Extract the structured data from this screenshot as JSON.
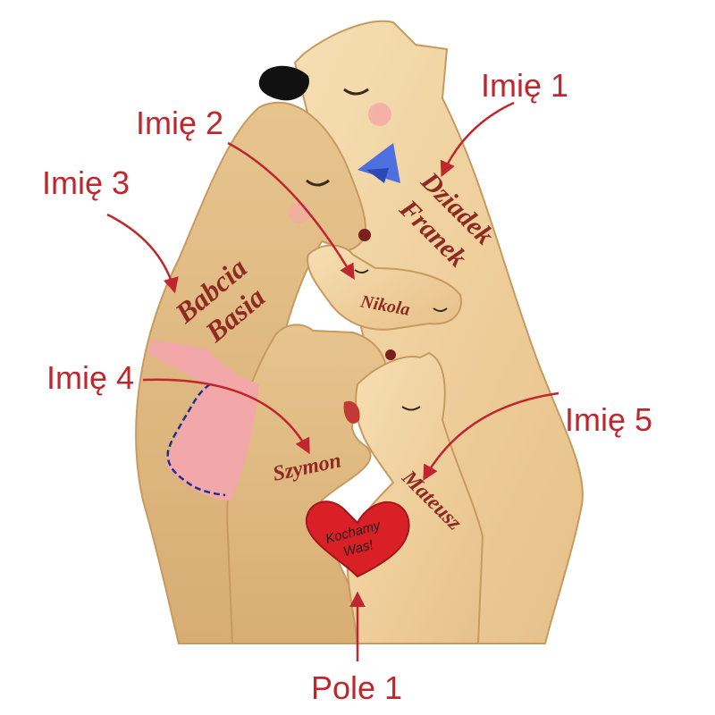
{
  "figure": {
    "callouts": {
      "imie1": "Imię 1",
      "imie2": "Imię 2",
      "imie3": "Imię 3",
      "imie4": "Imię 4",
      "imie5": "Imię 5",
      "pole1": "Pole 1"
    },
    "engraved_names": {
      "grandpa_line1": "Dziadek",
      "grandpa_line2": "Franek",
      "grandma_line1": "Babcia",
      "grandma_line2": "Basia",
      "child_top": "Nikola",
      "child_left": "Szymon",
      "child_right": "Mateusz"
    },
    "heart": {
      "line1": "Kochamy",
      "line2": "Was!"
    },
    "colors": {
      "callout_red": "#c0272d",
      "engraving_red": "#8e2a1f",
      "wood_light": "#f3d7a8",
      "wood_dark": "#d9b07a",
      "heart_red": "#d92027",
      "apron_pink": "#f2a8a8",
      "bow_blue": "#4d6fe0"
    }
  }
}
